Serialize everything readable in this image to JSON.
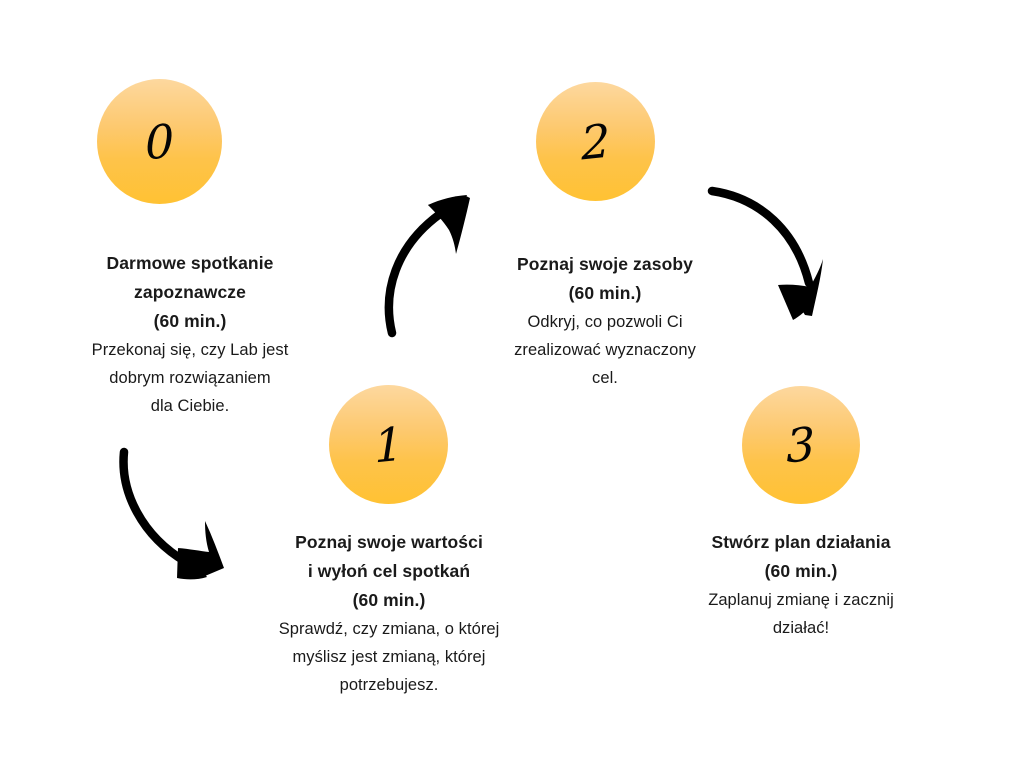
{
  "background_color": "#ffffff",
  "text_color": "#1a1a1a",
  "circle_gradient": {
    "top": "#fdd89f",
    "middle": "#fdbc55",
    "bottom": "#ffc233"
  },
  "arrow_color": "#000000",
  "steps": [
    {
      "number": "0",
      "title": "Darmowe spotkanie\nzapoznawcze\n(60 min.)",
      "description": "Przekonaj się, czy Lab jest\ndobrym rozwiązaniem\ndla Ciebie."
    },
    {
      "number": "1",
      "title": "Poznaj swoje wartości\ni wyłoń cel spotkań\n(60 min.)",
      "description": "Sprawdź, czy zmiana, o której\nmyślisz jest zmianą, której\npotrzebujesz."
    },
    {
      "number": "2",
      "title": "Poznaj swoje zasoby\n(60 min.)",
      "description": "Odkryj, co pozwoli Ci\nzrealizować wyznaczony\ncel."
    },
    {
      "number": "3",
      "title": "Stwórz plan działania\n(60 min.)",
      "description": "Zaplanuj zmianę i zacznij\ndziałać!"
    }
  ],
  "arrows": [
    {
      "name": "arrow-step0-to-step1",
      "direction": "down-right"
    },
    {
      "name": "arrow-step1-to-step2",
      "direction": "up-right"
    },
    {
      "name": "arrow-step2-to-step3",
      "direction": "down-right"
    }
  ]
}
